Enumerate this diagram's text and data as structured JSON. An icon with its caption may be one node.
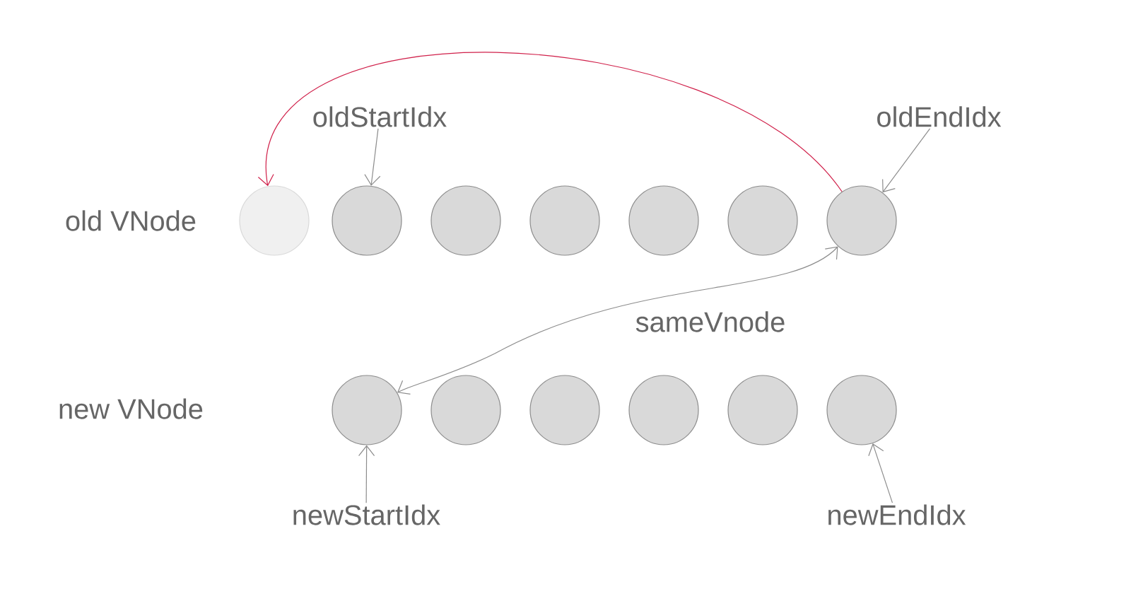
{
  "diagram": {
    "nodes": [
      {
        "text": [],
        "shape": "circle"
      },
      {
        "text": [],
        "shape": "circle"
      },
      {
        "text": [],
        "shape": "circle"
      },
      {
        "text": [],
        "shape": "circle"
      },
      {
        "text": [],
        "shape": "circle"
      },
      {
        "text": [],
        "shape": "circle"
      },
      {
        "text": [],
        "shape": "circle"
      },
      {
        "text": [],
        "shape": "circle"
      },
      {
        "text": [],
        "shape": "circle"
      },
      {
        "text": [],
        "shape": "circle"
      },
      {
        "text": [],
        "shape": "circle"
      },
      {
        "text": [],
        "shape": "circle"
      },
      {
        "text": [],
        "shape": "circle"
      },
      {
        "text": [
          "oldStartIdx"
        ]
      },
      {
        "text": [
          "oldEndIdx"
        ]
      },
      {
        "text": [
          "newStartIdx"
        ]
      },
      {
        "text": [
          "newEndIdx"
        ]
      }
    ],
    "edges": [
      {
        "from": 13,
        "to": 1,
        "arrow": "to"
      },
      {
        "from": 14,
        "to": 6,
        "arrow": "to"
      },
      {
        "from": 15,
        "to": 7,
        "arrow": "to"
      },
      {
        "from": 16,
        "to": 12,
        "arrow": "to"
      },
      {
        "from": 6,
        "to": 0,
        "arrow": "to",
        "color": "#d0204a"
      },
      {
        "from": 6,
        "to": 7,
        "arrow": "both",
        "label": "sameVnode"
      }
    ],
    "labels": [
      "old VNode",
      "new VNode"
    ]
  }
}
